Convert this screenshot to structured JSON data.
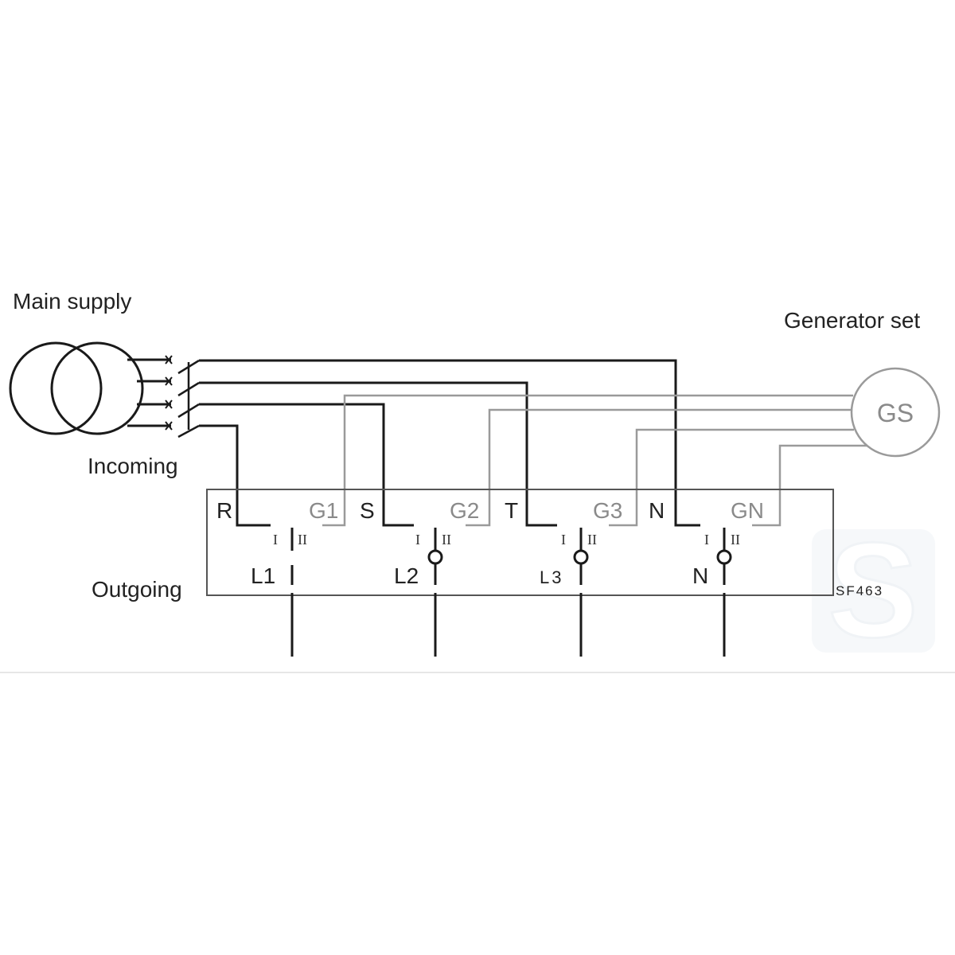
{
  "labels": {
    "main_supply": "Main supply",
    "generator_set": "Generator set",
    "incoming": "Incoming",
    "outgoing": "Outgoing",
    "generator_symbol": "GS",
    "model": "SF463"
  },
  "poles": [
    {
      "mains": "R",
      "gen": "G1",
      "out": "L1"
    },
    {
      "mains": "S",
      "gen": "G2",
      "out": "L2"
    },
    {
      "mains": "T",
      "gen": "G3",
      "out": "L3"
    },
    {
      "mains": "N",
      "gen": "GN",
      "out": "N"
    }
  ],
  "position_labels": {
    "one": "I",
    "two": "II"
  },
  "colors": {
    "mains_wire": "#1a1a1a",
    "generator_wire": "#9a9a9a"
  }
}
